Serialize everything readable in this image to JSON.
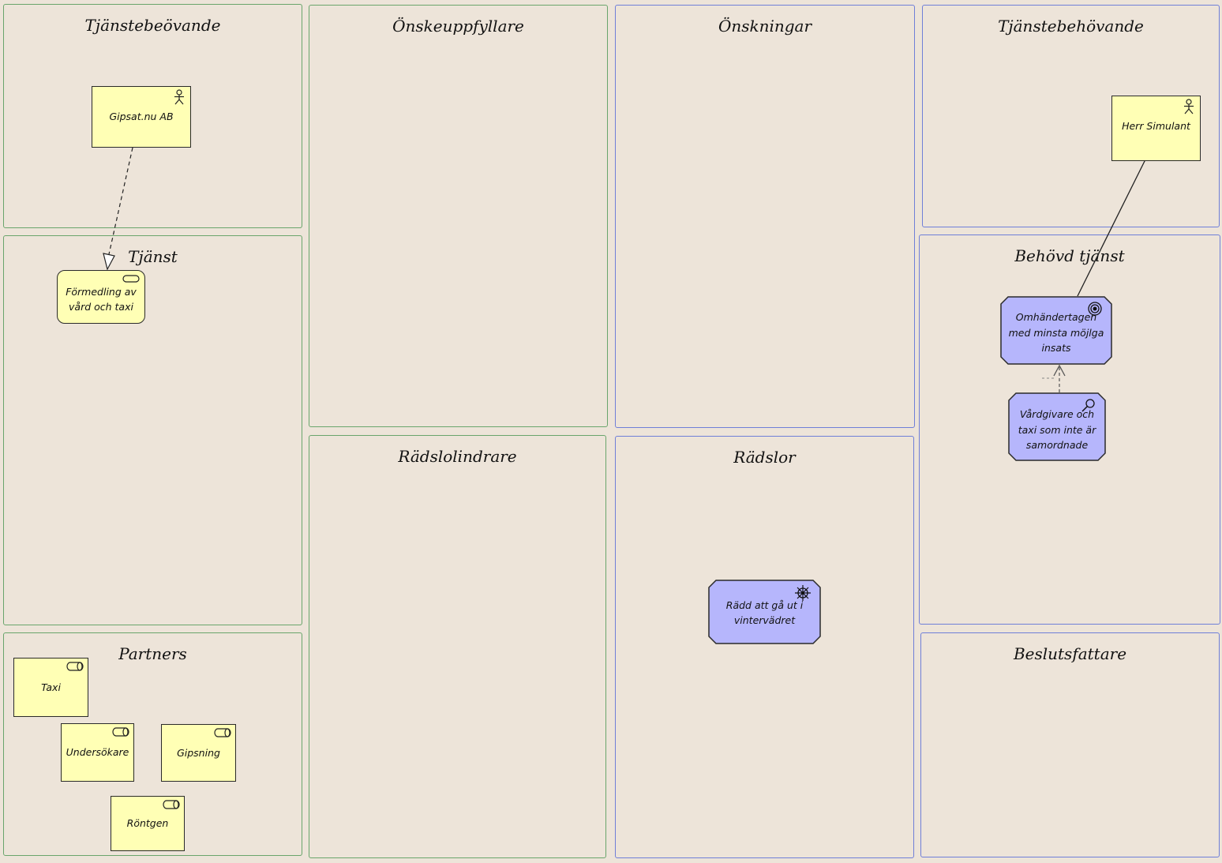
{
  "panels": {
    "tjanstebeovande": "Tjänstebeövande",
    "tjanst": "Tjänst",
    "partners": "Partners",
    "onskeuppfyllare": "Önskeuppfyllare",
    "radslolindrare": "Rädslolindrare",
    "onskningar": "Önskningar",
    "radslor": "Rädslor",
    "tjanstebehovande": "Tjänstebehövande",
    "behovd_tjanst": "Behövd tjänst",
    "beslutsfattare": "Beslutsfattare"
  },
  "elements": {
    "gipsat": {
      "label": "Gipsat.nu AB",
      "icon": "actor-icon"
    },
    "formedling": {
      "label": "Förmedling av vård och taxi",
      "icon": "service-icon"
    },
    "taxi": {
      "label": "Taxi",
      "icon": "role-icon"
    },
    "undersokare": {
      "label": "Undersökare",
      "icon": "role-icon"
    },
    "gipsning": {
      "label": "Gipsning",
      "icon": "role-icon"
    },
    "rontgen": {
      "label": "Röntgen",
      "icon": "role-icon"
    },
    "herr_simulant": {
      "label": "Herr Simulant",
      "icon": "actor-icon"
    },
    "omhandertagen": {
      "label": "Omhändertagen med minsta möjlga insats",
      "icon": "goal-icon"
    },
    "vardgivare": {
      "label": "Vårdgivare och taxi som inte är samordnade",
      "icon": "assessment-icon"
    },
    "radd": {
      "label": "Rädd att gå ut i vintervädret",
      "icon": "driver-icon"
    }
  },
  "colors": {
    "background": "#ede4d9",
    "panel_green": "#6aa56c",
    "panel_blue": "#6f7fd8",
    "note_yellow": "#ffffb5",
    "note_purple": "#b6b6fc"
  }
}
